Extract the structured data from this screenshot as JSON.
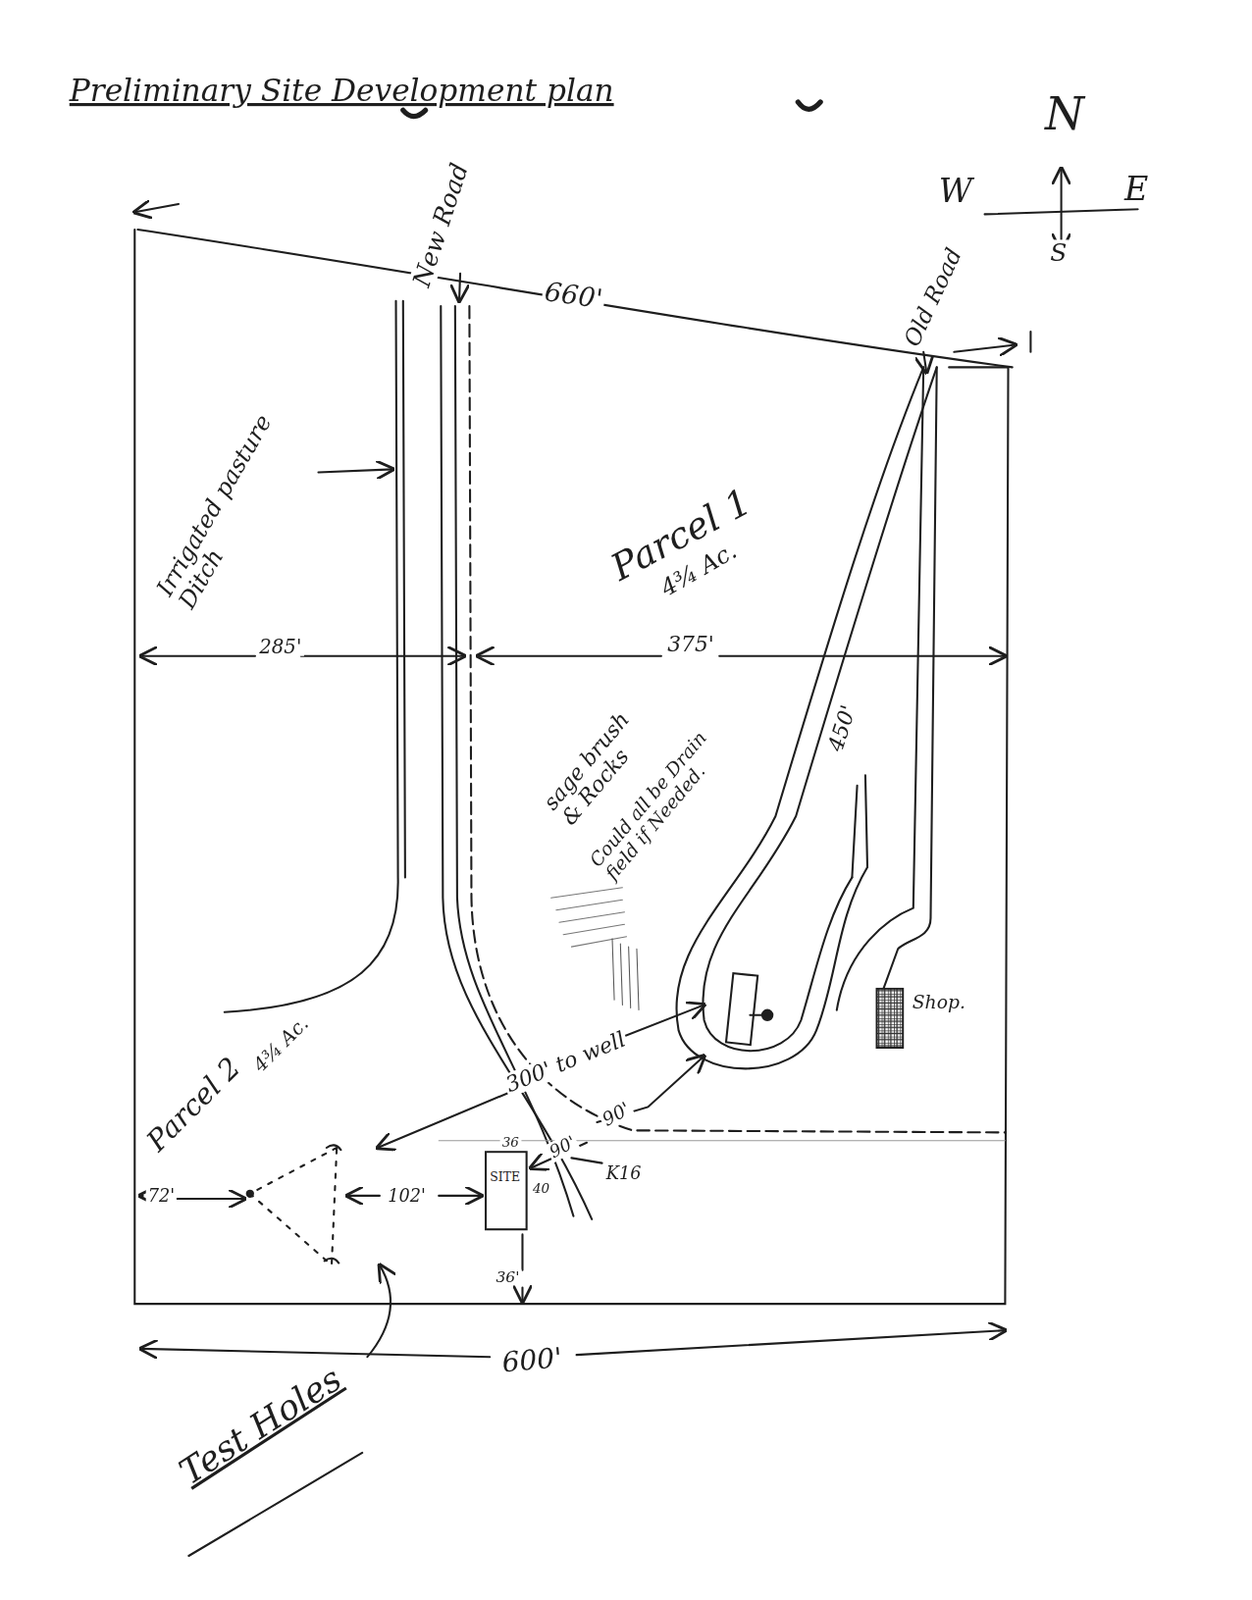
{
  "diagram": {
    "title": "Preliminary Site Development plan",
    "nodes": [
      {
        "text": [
          "SITE"
        ]
      },
      {
        "text": [
          "Shop."
        ]
      }
    ],
    "labels": [
      "N",
      "W",
      "E",
      "S",
      "New Road",
      "660'",
      "Old Road",
      "Irrigated pasture Ditch",
      "Parcel 1",
      "4¾ Ac.",
      "285'",
      "375'",
      "450'",
      "sage brush & Rocks",
      "Could all be Drain field if Needed.",
      "300' to well",
      "90'",
      "90'",
      "K16",
      "36",
      "40",
      "Parcel 2",
      "4¾ Ac.",
      "72'",
      "102'",
      "36'",
      "600'",
      "Test Holes"
    ]
  }
}
